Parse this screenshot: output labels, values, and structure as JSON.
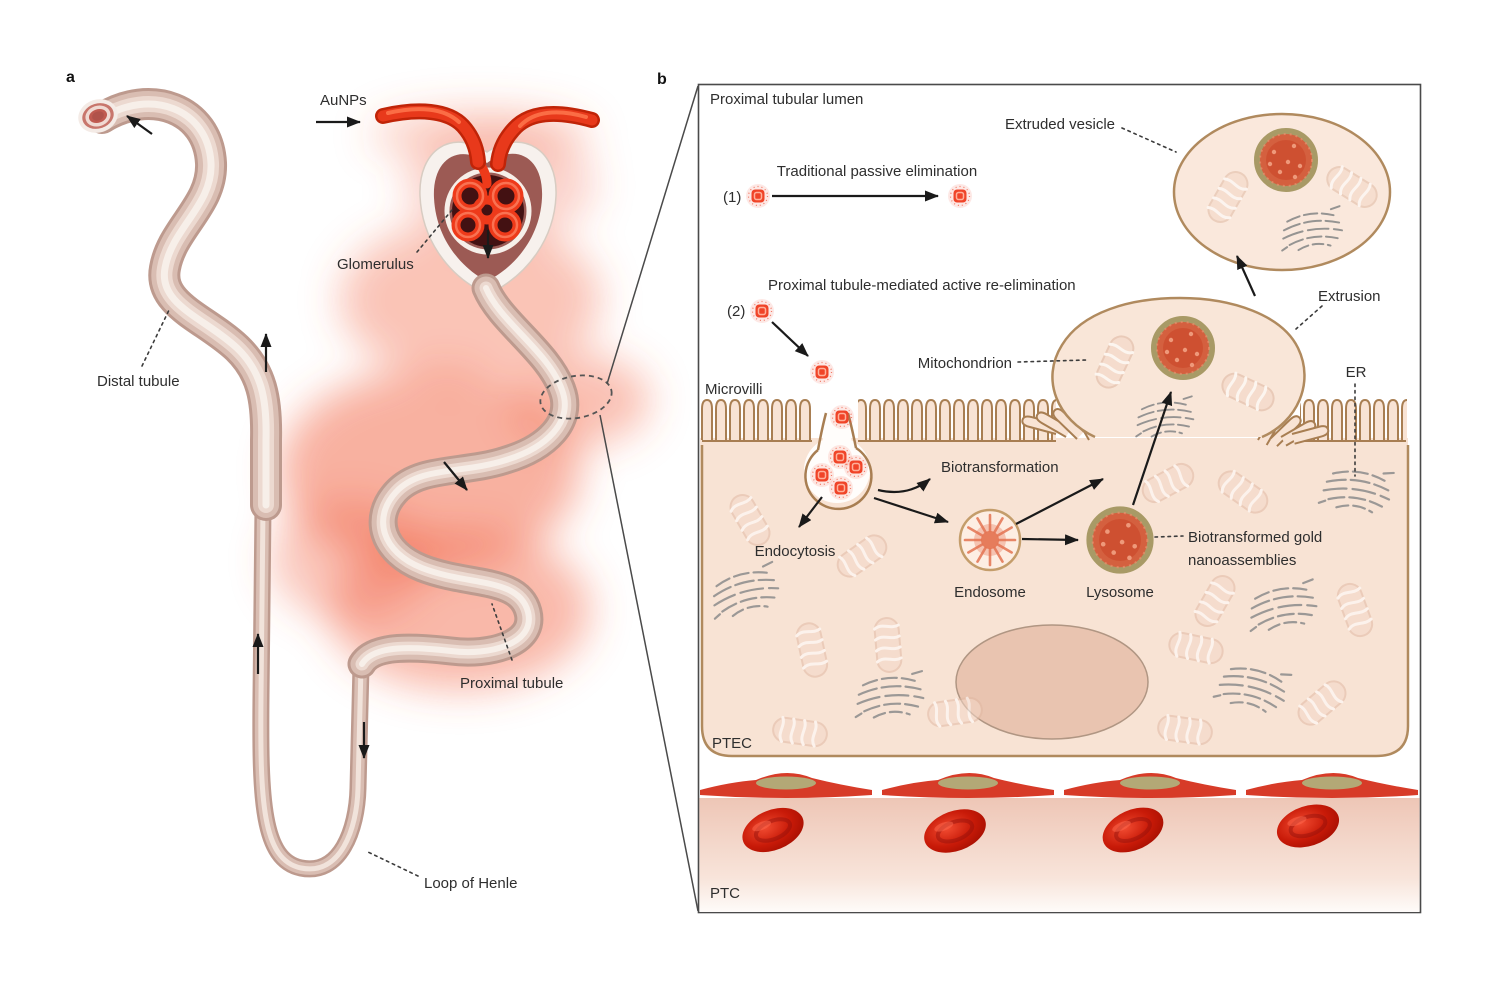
{
  "figure": {
    "description": "Renal clearance of gold nanoparticles: nephron overview and proximal tubule cell mechanism"
  },
  "panel_a": {
    "label": "a",
    "aunps": "AuNPs",
    "glomerulus": "Glomerulus",
    "distal_tubule": "Distal tubule",
    "proximal_tubule": "Proximal tubule",
    "loop_of_henle": "Loop of Henle"
  },
  "panel_b": {
    "label": "b",
    "lumen": "Proximal tubular lumen",
    "extruded_vesicle": "Extruded vesicle",
    "path1_num": "(1)",
    "path1_label": "Traditional passive elimination",
    "path2_num": "(2)",
    "path2_label": "Proximal tubule-mediated active re-elimination",
    "extrusion": "Extrusion",
    "mitochondrion": "Mitochondrion",
    "er": "ER",
    "microvilli": "Microvilli",
    "biotransformation": "Biotransformation",
    "endocytosis": "Endocytosis",
    "endosome": "Endosome",
    "lysosome": "Lysosome",
    "biotransformed_line1": "Biotransformed gold",
    "biotransformed_line2": "nanoassemblies",
    "ptec": "PTEC",
    "ptc": "PTC"
  },
  "colors": {
    "nanoparticle_red": "#f04428",
    "cell_fill": "#f8e3d4",
    "membrane_brown": "#a87e52",
    "lysosome_ring": "#a89a66",
    "lysosome_fill": "#d4603f",
    "endosome_fill": "#fdeee3",
    "nucleus": "#e9c4b0",
    "rbc_red": "#b81205",
    "endothelium_red": "#d73b28",
    "vessel_red": "#e8391b",
    "glow_orange": "#f26242",
    "tubule_mid": "#d9bdb2",
    "glomerulus_mauve": "#9c5a54"
  }
}
